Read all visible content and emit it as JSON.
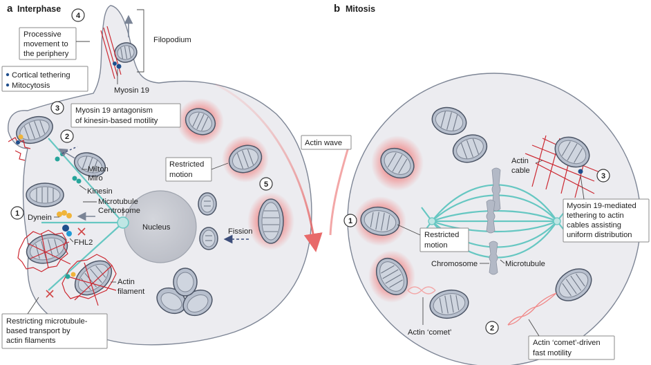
{
  "panel_a": {
    "letter": "a",
    "title": "Interphase",
    "processive": [
      "Processive",
      "movement to",
      "the periphery"
    ],
    "filopodium": "Filopodium",
    "cortical": "Cortical tethering",
    "mitocytosis": "Mitocytosis",
    "myosin19_filo": "Myosin 19",
    "antagonism": [
      "Myosin 19 antagonism",
      "of kinesin-based motility"
    ],
    "milton": "Milton",
    "miro": "Miro",
    "kinesin": "Kinesin",
    "microtubule": "Microtubule",
    "centrosome": "Centrosome",
    "nucleus": "Nucleus",
    "dynein": "Dynein",
    "fhl2": "FHL2",
    "actin_filament": [
      "Actin",
      "filament"
    ],
    "restricting": [
      "Restricting microtubule-",
      "based transport by",
      "actin filaments"
    ],
    "restricted": [
      "Restricted",
      "motion"
    ],
    "fission": "Fission",
    "numbers": {
      "n1": "1",
      "n2": "2",
      "n3": "3",
      "n4": "4",
      "n5": "5"
    }
  },
  "panel_b": {
    "letter": "b",
    "title": "Mitosis",
    "actin_wave": "Actin wave",
    "actin_cable": [
      "Actin",
      "cable"
    ],
    "myosin_tether": [
      "Myosin 19-mediated",
      "tethering to actin",
      "cables assisting",
      "uniform distribution"
    ],
    "restricted": [
      "Restricted",
      "motion"
    ],
    "chromosome": "Chromosome",
    "microtubule": "Microtubule",
    "comet": "Actin ‘comet’",
    "comet_driven": [
      "Actin ‘comet’-driven",
      "fast motility"
    ],
    "numbers": {
      "n1": "1",
      "n2": "2",
      "n3": "3"
    }
  },
  "colors": {
    "microtubule": "#66c7c2",
    "actin": "#cc2730",
    "mitochondrion": "#b7bfcd",
    "glow": "#f08a8a",
    "cell": "#ececf0",
    "kinesin": "#27a59b",
    "dynein_myosin": "#f0b43a",
    "adaptor": "#1f4e8c"
  }
}
